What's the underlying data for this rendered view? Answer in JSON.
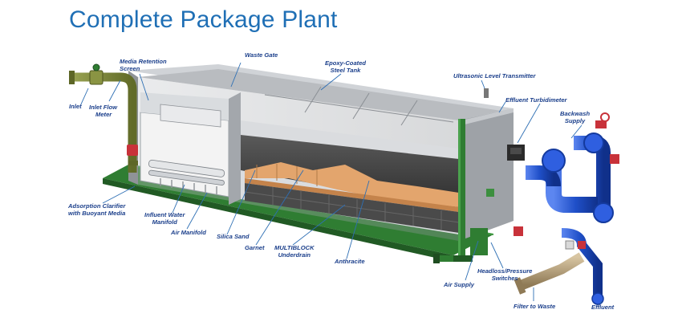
{
  "title": "Complete Package Plant",
  "colors": {
    "title": "#1f6fb5",
    "label": "#1b3f8b",
    "leader": "#2e6fb4",
    "tank_steel": "#a9adb3",
    "frame_green": "#2f7d32",
    "pipe_blue": "#1f4fc8",
    "pipe_tan": "#b8a27c",
    "pipe_olive": "#7f8b3a",
    "sand": "#e3a56d",
    "anthracite": "#3a3a3a"
  },
  "labels": {
    "inlet": "Inlet",
    "inlet_flow_meter": [
      "Inlet Flow",
      "Meter"
    ],
    "media_retention_screen": [
      "Media Retention",
      "Screen"
    ],
    "waste_gate": "Waste Gate",
    "epoxy_coated_tank": [
      "Epoxy-Coated",
      "Steel Tank"
    ],
    "ultrasonic_level": "Ultrasonic Level Transmitter",
    "effluent_turbidimeter": "Effluent Turbidimeter",
    "backwash_supply": [
      "Backwash",
      "Supply"
    ],
    "adsorption_clarifier": [
      "Adsorption Clarifier",
      "with Buoyant Media"
    ],
    "influent_water_manifold": [
      "Influent Water",
      "Manifold"
    ],
    "air_manifold": "Air Manifold",
    "silica_sand": "Silica Sand",
    "garnet": "Garnet",
    "multiblock": [
      "MULTIBLOCK",
      "Underdrain"
    ],
    "anthracite": "Anthracite",
    "air_supply": "Air Supply",
    "headloss_switches": [
      "Headloss/Pressure",
      "Switches"
    ],
    "filter_to_waste": "Filter to Waste",
    "effluent": "Effluent"
  }
}
